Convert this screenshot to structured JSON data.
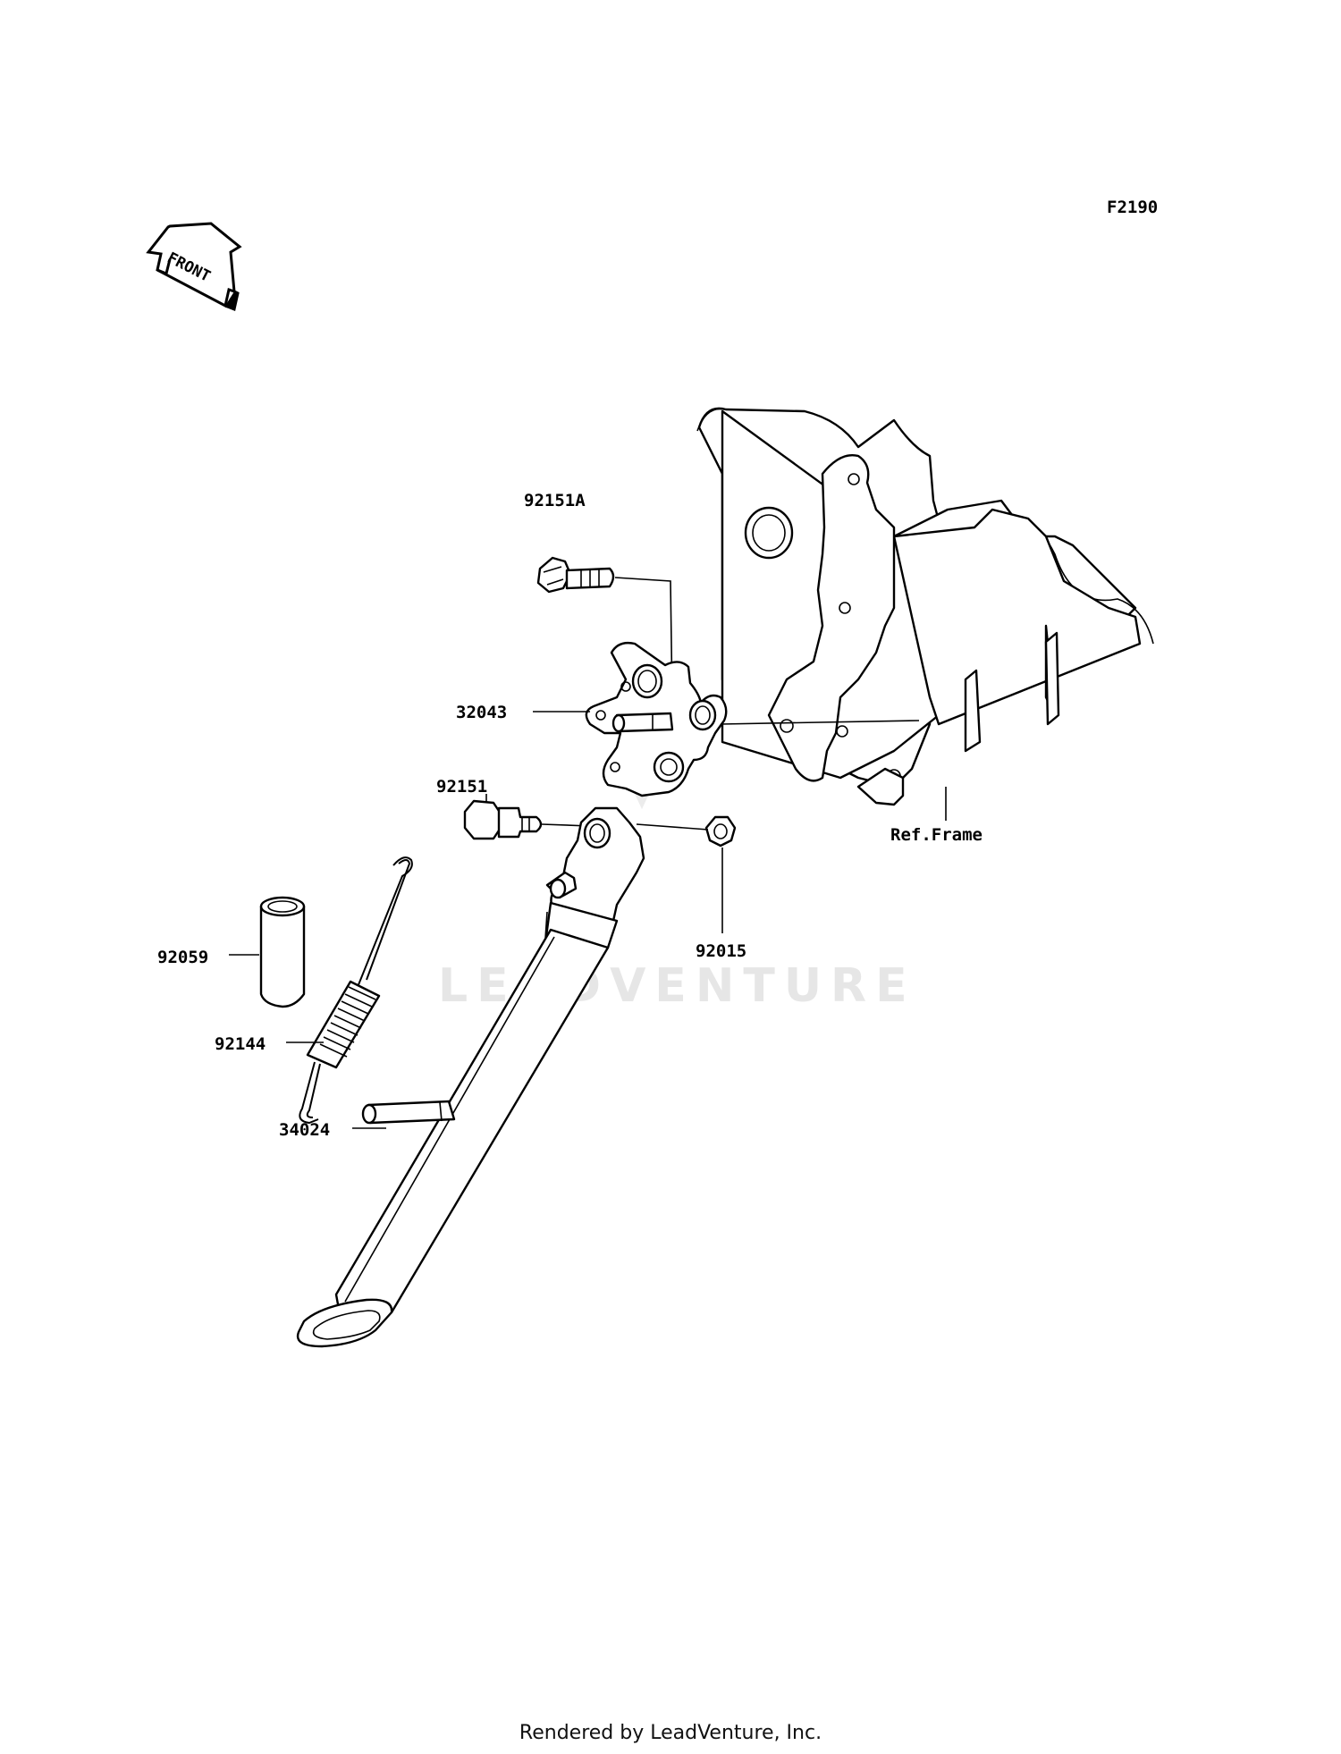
{
  "figure_code": "F2190",
  "front_label": "FRONT",
  "watermark": "LEADVENTURE",
  "footer": "Rendered by LeadVenture, Inc.",
  "callouts": {
    "bolt_92151A": "92151A",
    "bracket_32043": "32043",
    "bolt_92151": "92151",
    "nut_92015": "92015",
    "collar_92059": "92059",
    "spring_92144": "92144",
    "stand_34024": "34024",
    "ref_frame": "Ref.Frame"
  }
}
